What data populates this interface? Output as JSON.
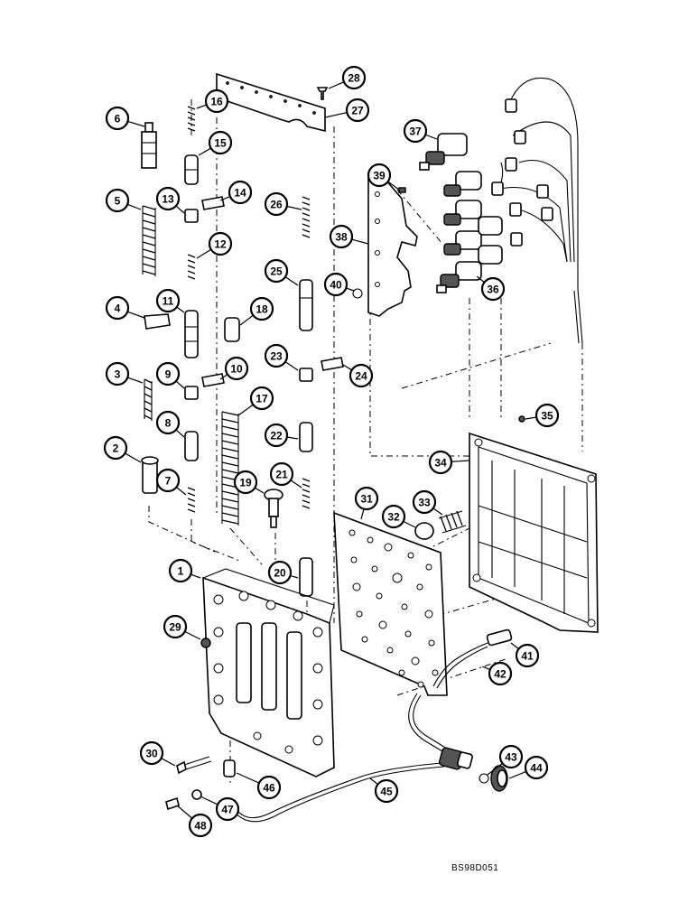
{
  "figure_code": "BS98D051",
  "callouts": [
    "1",
    "2",
    "3",
    "4",
    "5",
    "6",
    "7",
    "8",
    "9",
    "10",
    "11",
    "12",
    "13",
    "14",
    "15",
    "16",
    "17",
    "18",
    "19",
    "20",
    "21",
    "22",
    "23",
    "24",
    "25",
    "26",
    "27",
    "28",
    "29",
    "30",
    "31",
    "32",
    "33",
    "34",
    "35",
    "36",
    "37",
    "38",
    "39",
    "40",
    "41",
    "42",
    "43",
    "44",
    "45",
    "46",
    "47",
    "48"
  ]
}
